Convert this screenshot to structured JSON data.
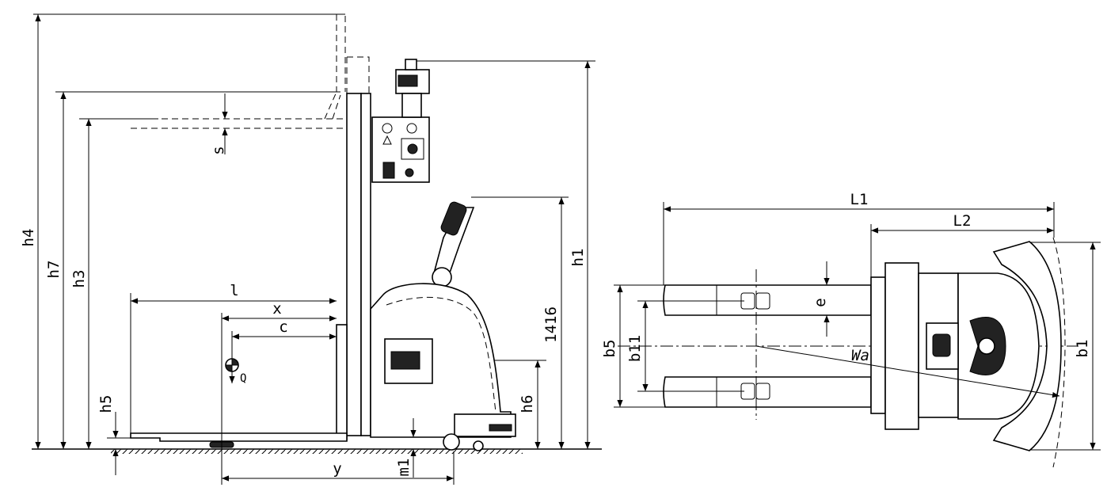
{
  "labels": {
    "h4": "h4",
    "h7": "h7",
    "h3": "h3",
    "s": "s",
    "l": "l",
    "x": "x",
    "c": "c",
    "Q": "Q",
    "h5": "h5",
    "y": "y",
    "m1": "m1",
    "h6": "h6",
    "value_1416": "1416",
    "h1": "h1",
    "L1": "L1",
    "L2": "L2",
    "e": "e",
    "b5": "b5",
    "b11": "b11",
    "Wa": "Wa",
    "b1": "b1"
  }
}
